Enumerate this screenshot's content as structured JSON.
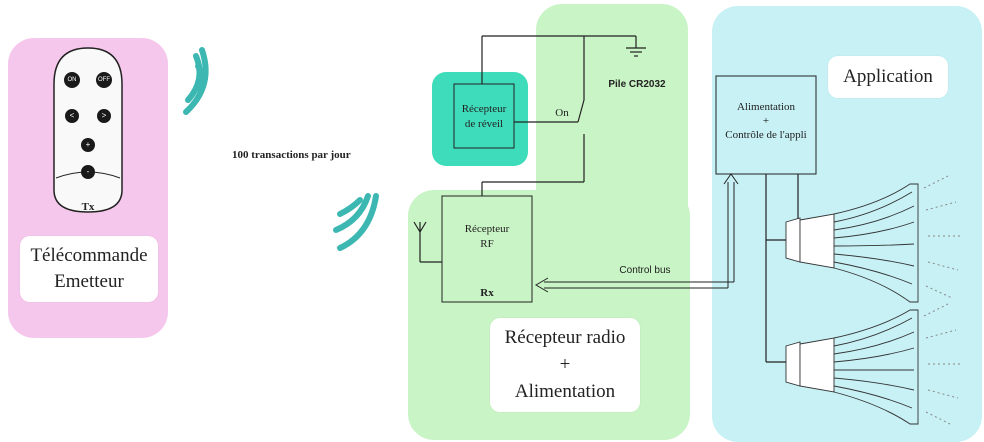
{
  "remote": {
    "tx_label": "Tx",
    "title_line1": "Télécommande",
    "title_line2": "Emetteur",
    "btn_on": "ON",
    "btn_off": "OFF",
    "btn_left": "<",
    "btn_right": ">",
    "btn_plus": "+",
    "btn_minus": "-"
  },
  "link": {
    "transactions": "100 transactions par jour"
  },
  "receiver": {
    "wake_line1": "Récepteur",
    "wake_line2": "de réveil",
    "switch_label": "On",
    "battery_label": "Pile CR2032",
    "rf_line1": "Récepteur",
    "rf_line2": "RF",
    "rx_label": "Rx",
    "control_bus": "Control bus",
    "title_line1": "Récepteur radio",
    "title_line2": "+",
    "title_line3": "Alimentation"
  },
  "application": {
    "title": "Application",
    "ctrl_line1": "Alimentation",
    "ctrl_line2": "+",
    "ctrl_line3": "Contrôle de l'appli"
  },
  "colors": {
    "remote_bg": "#f6c7ec",
    "receiver_bg": "#c9f4c5",
    "app_bg": "#c7f1f5",
    "wake_bg": "#3fdcbc",
    "signal": "#3cb7b1"
  }
}
